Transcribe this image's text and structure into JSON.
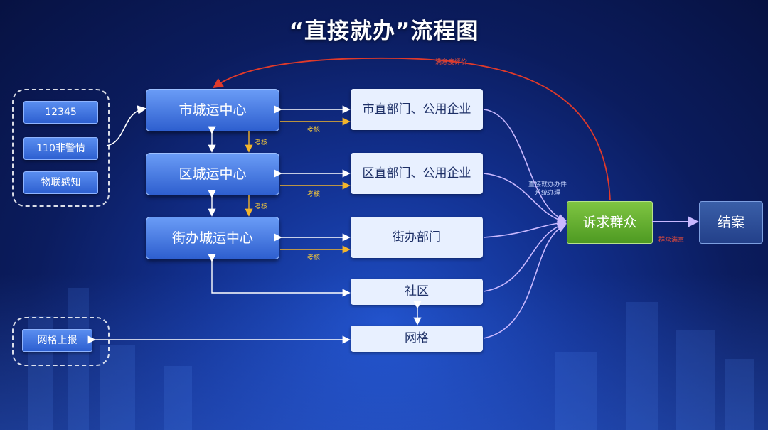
{
  "title": "“直接就办”流程图",
  "sources": {
    "hotline": "12345",
    "police": "110非警情",
    "iot": "物联感知",
    "grid_report": "网格上报"
  },
  "centers": {
    "city": "市城运中心",
    "district": "区城运中心",
    "street": "街办城运中心"
  },
  "departments": {
    "city": "市直部门、公用企业",
    "district": "区直部门、公用企业",
    "street": "街办部门",
    "community": "社区",
    "grid": "网格"
  },
  "citizen": "诉求群众",
  "closed": "结案",
  "labels": {
    "assess": "考核",
    "satisfaction": "满意度评价",
    "system": "直接就办办件系统办理",
    "feedback": "群众满意"
  },
  "colors": {
    "feedback_arrow": "#e03a2a",
    "assess_arrow": "#f3b52b",
    "flow_arrow": "#b9a6ff",
    "citizen_box": "#6db235"
  }
}
